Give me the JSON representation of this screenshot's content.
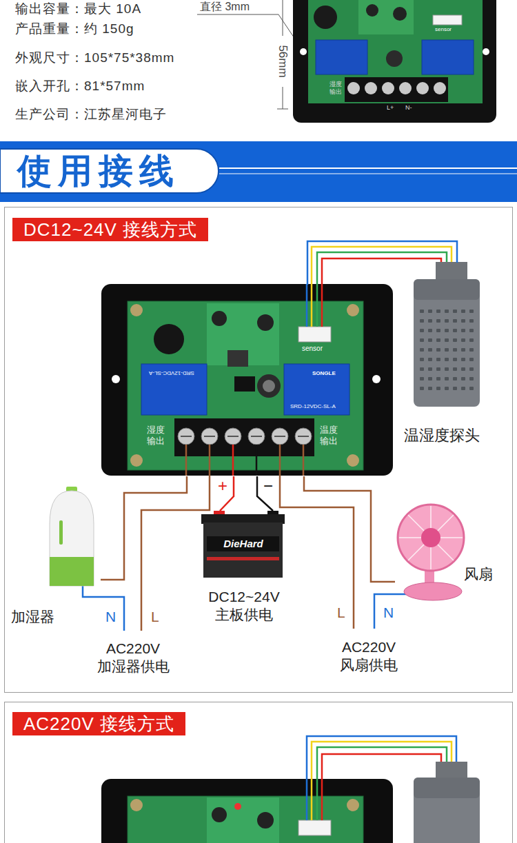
{
  "diagram": {
    "title": "使用接线",
    "nodes": [
      {
        "text": [
          "DC12~24V 接线方式"
        ]
      },
      {
        "text": [
          "sensor",
          "SRD-12VDC-SL-A",
          "SONGLE",
          "SRD-12VDC-SL-A",
          "湿度 输出",
          "温度 输出"
        ],
        "in": 0
      },
      {
        "text": [
          "温湿度探头"
        ],
        "in": 0
      },
      {
        "text": [
          "加湿器"
        ],
        "in": 0
      },
      {
        "text": [
          "DieHard",
          "DC12~24V 主板供电"
        ],
        "in": 0
      },
      {
        "text": [
          "风扇"
        ],
        "in": 0
      },
      {
        "text": [
          "AC220V 接线方式"
        ]
      }
    ],
    "edges": [
      {
        "from": 1,
        "to": 2,
        "arrow": "none"
      },
      {
        "from": 1,
        "to": 3,
        "arrow": "none"
      },
      {
        "from": 1,
        "to": 4,
        "label": "+",
        "arrow": "none"
      },
      {
        "from": 1,
        "to": 4,
        "label": "−",
        "arrow": "none"
      },
      {
        "from": 1,
        "to": 5,
        "arrow": "none"
      }
    ],
    "labels": [
      "输出容量：最大 10A",
      "产品重量：约 150g",
      "外观尺寸：105*75*38mm",
      "嵌入开孔：81*57mm",
      "生产公司：江苏星河电子",
      "直径 3mm",
      "56mm",
      "sensor",
      "湿度 输出",
      "L+",
      "N-",
      "N",
      "L",
      "AC220V 加湿器供电",
      "L",
      "N",
      "AC220V 风扇供电"
    ]
  }
}
